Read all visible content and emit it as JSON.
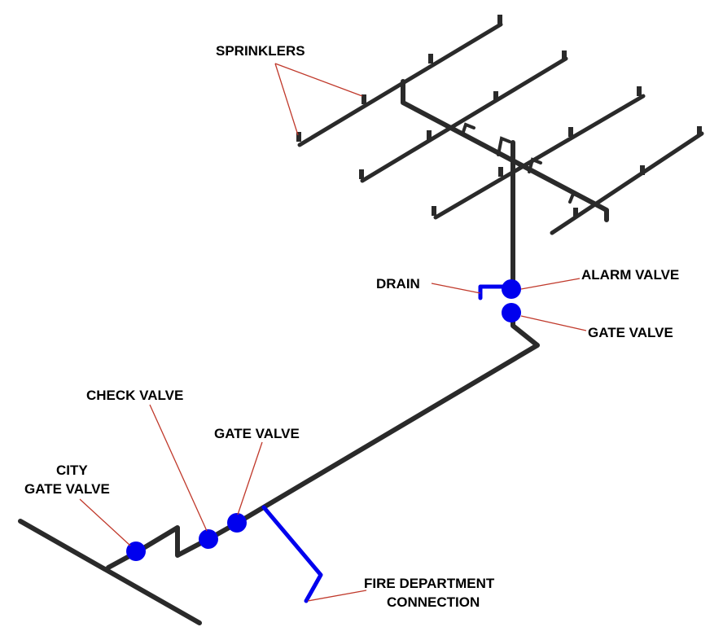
{
  "diagram": {
    "labels": {
      "sprinklers": "SPRINKLERS",
      "drain": "DRAIN",
      "alarm_valve": "ALARM VALVE",
      "gate_valve_upper": "GATE VALVE",
      "check_valve": "CHECK VALVE",
      "gate_valve_lower": "GATE VALVE",
      "city_gate_valve_line1": "CITY",
      "city_gate_valve_line2": "GATE VALVE",
      "fire_department_line1": "FIRE DEPARTMENT",
      "fire_department_line2": "CONNECTION"
    },
    "colors": {
      "pipe": "#2a2a2a",
      "valve": "#0000ee",
      "leader": "#c0392b",
      "text": "#000000",
      "background": "#ffffff"
    }
  }
}
